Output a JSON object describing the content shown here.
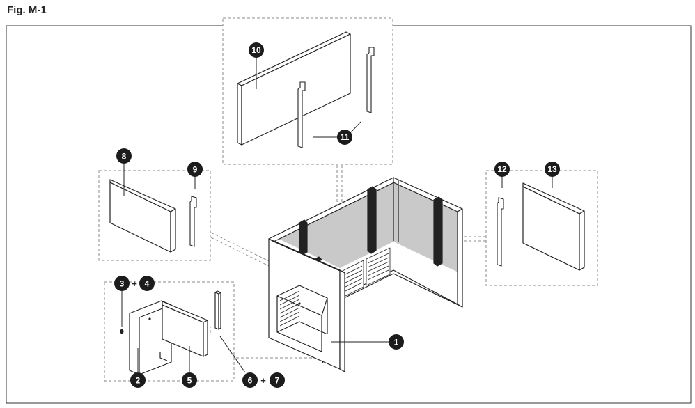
{
  "figure": {
    "title": "Fig. M-1"
  },
  "callouts": [
    "1",
    "2",
    "3",
    "4",
    "5",
    "6",
    "7",
    "8",
    "9",
    "10",
    "11",
    "12",
    "13"
  ],
  "plus_sign": "+",
  "colors": {
    "line": "#222222",
    "badge": "#1c1c1c",
    "interior": "#c9c9c9",
    "dashed": "#8a8a8a"
  }
}
